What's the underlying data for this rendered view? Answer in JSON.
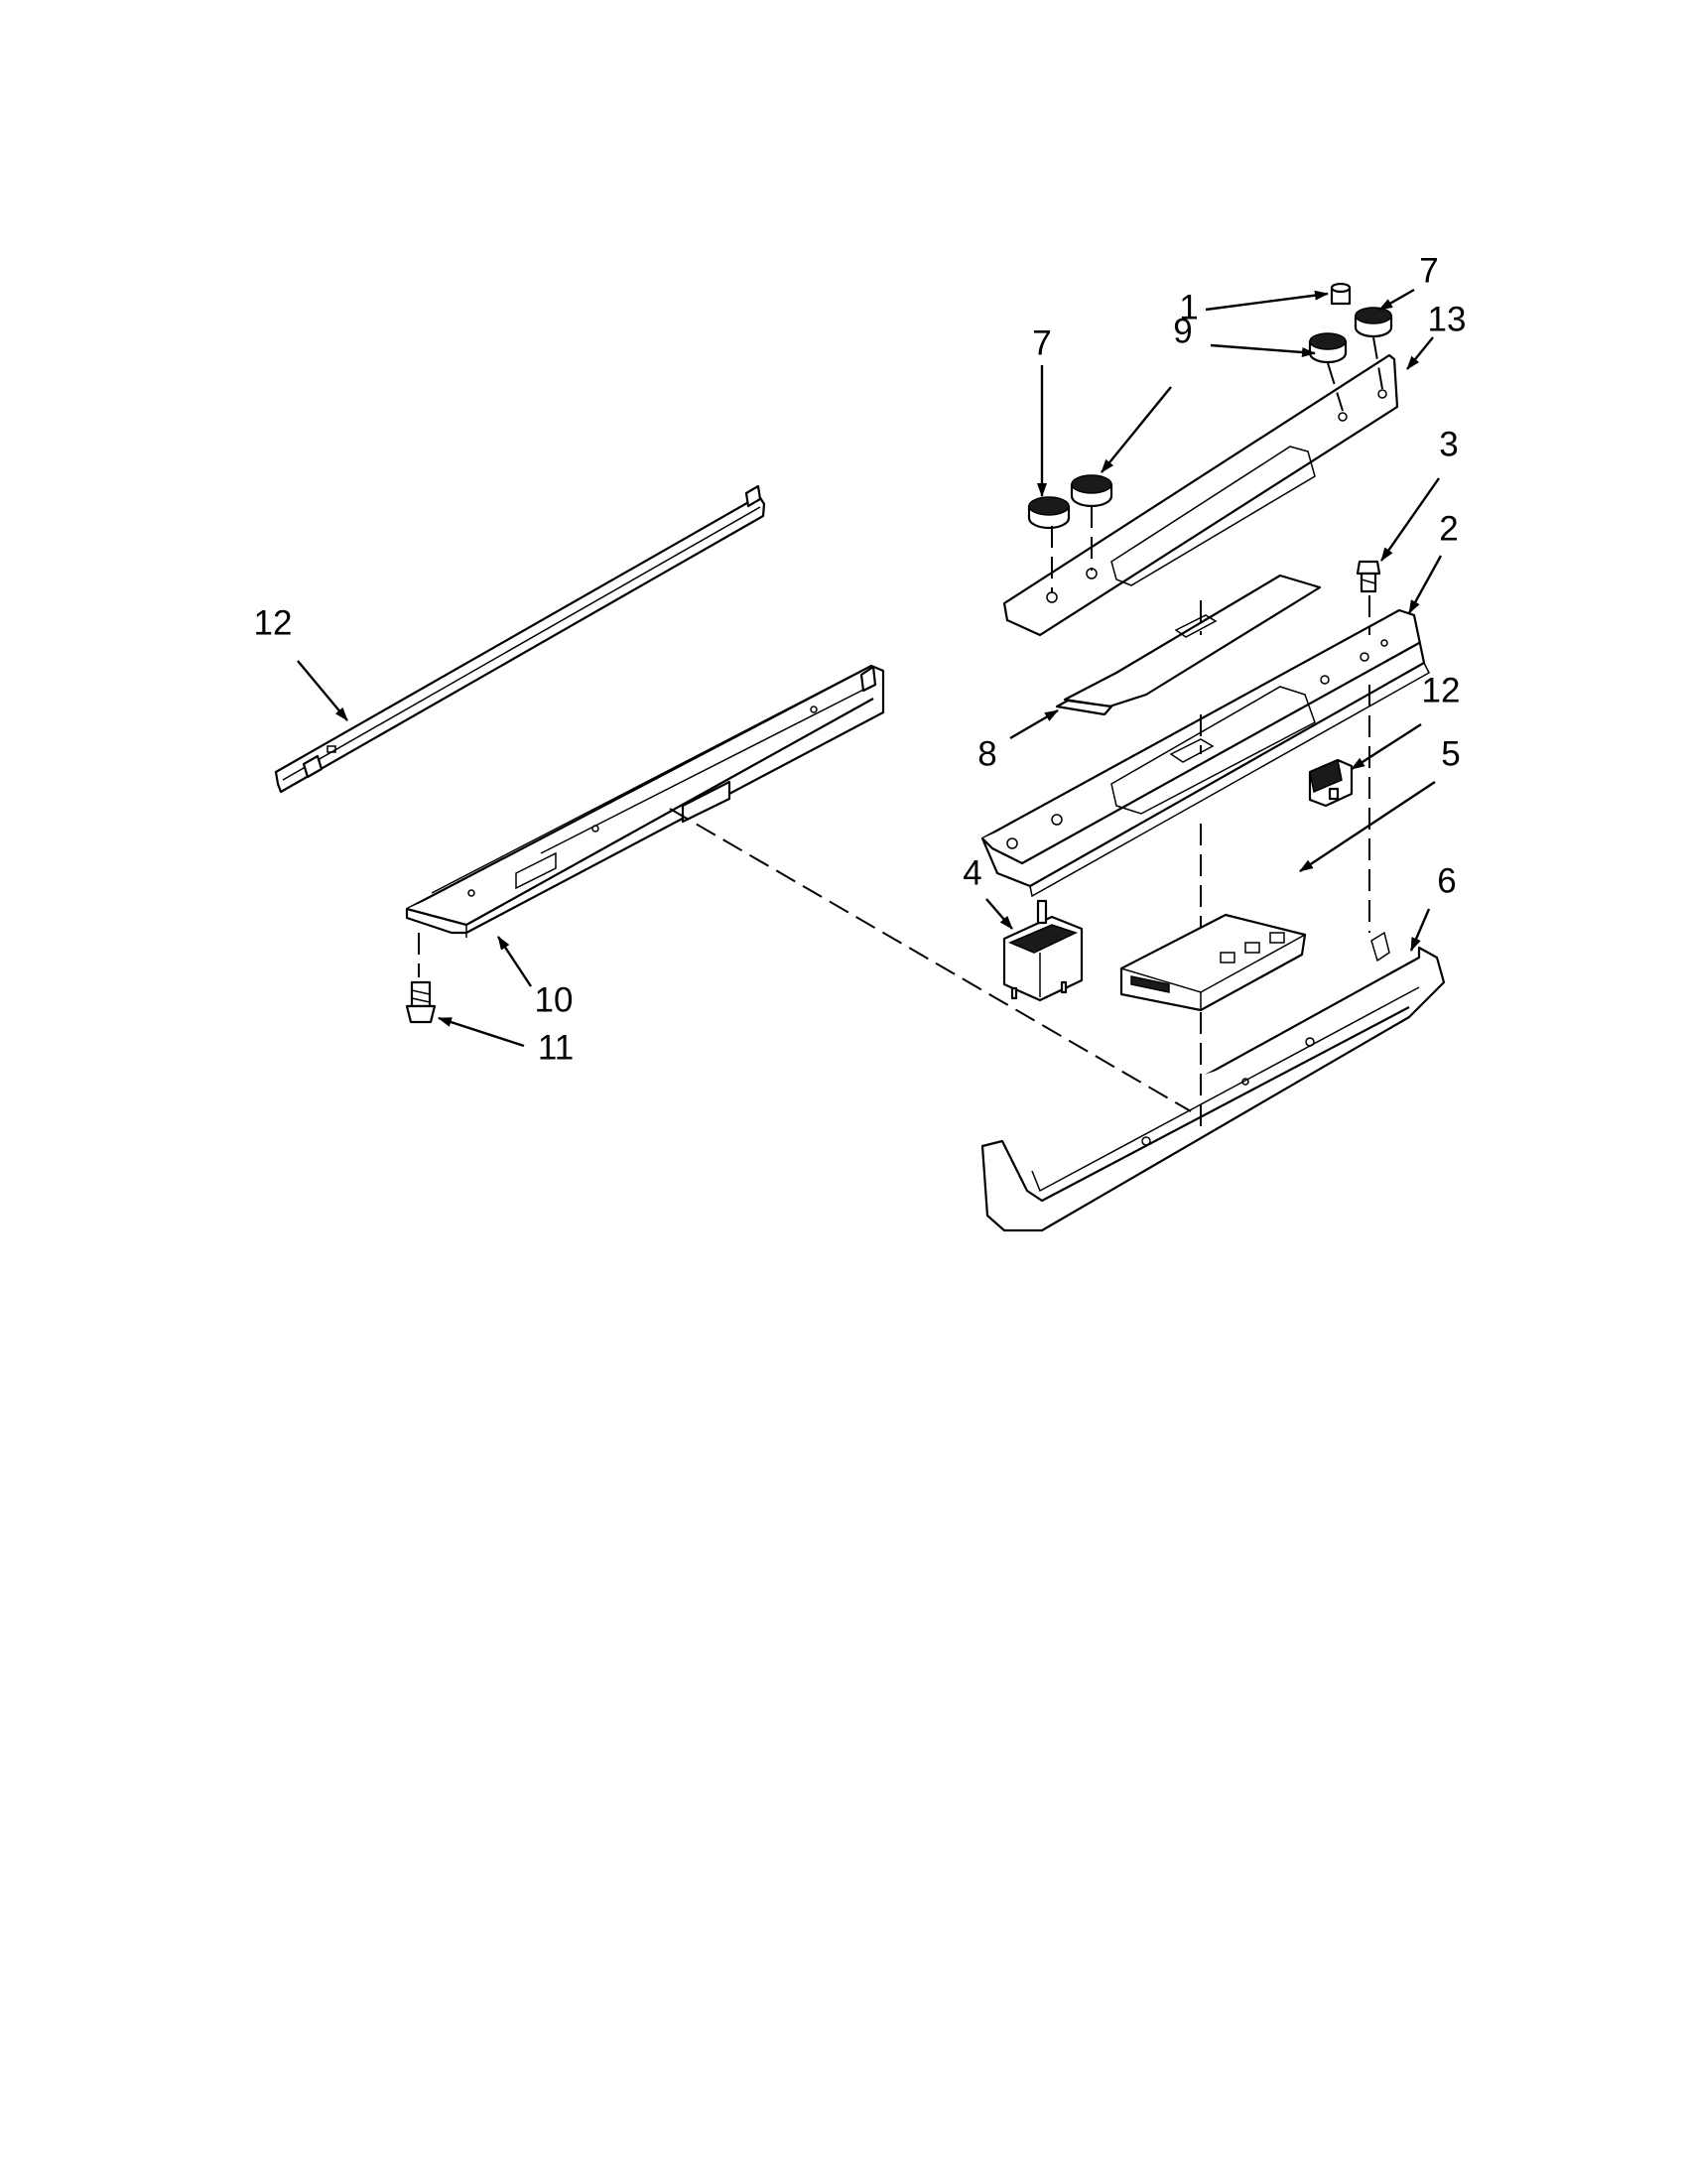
{
  "diagram": {
    "type": "exploded-parts-diagram",
    "callouts": [
      {
        "id": "c1",
        "label": "1"
      },
      {
        "id": "c7a",
        "label": "7"
      },
      {
        "id": "c13",
        "label": "13"
      },
      {
        "id": "c7b",
        "label": "7"
      },
      {
        "id": "c9",
        "label": "9"
      },
      {
        "id": "c3",
        "label": "3"
      },
      {
        "id": "c2",
        "label": "2"
      },
      {
        "id": "c12a",
        "label": "12"
      },
      {
        "id": "c8",
        "label": "8"
      },
      {
        "id": "c12b",
        "label": "12"
      },
      {
        "id": "c5",
        "label": "5"
      },
      {
        "id": "c4",
        "label": "4"
      },
      {
        "id": "c6",
        "label": "6"
      },
      {
        "id": "c10",
        "label": "10"
      },
      {
        "id": "c11",
        "label": "11"
      }
    ]
  }
}
